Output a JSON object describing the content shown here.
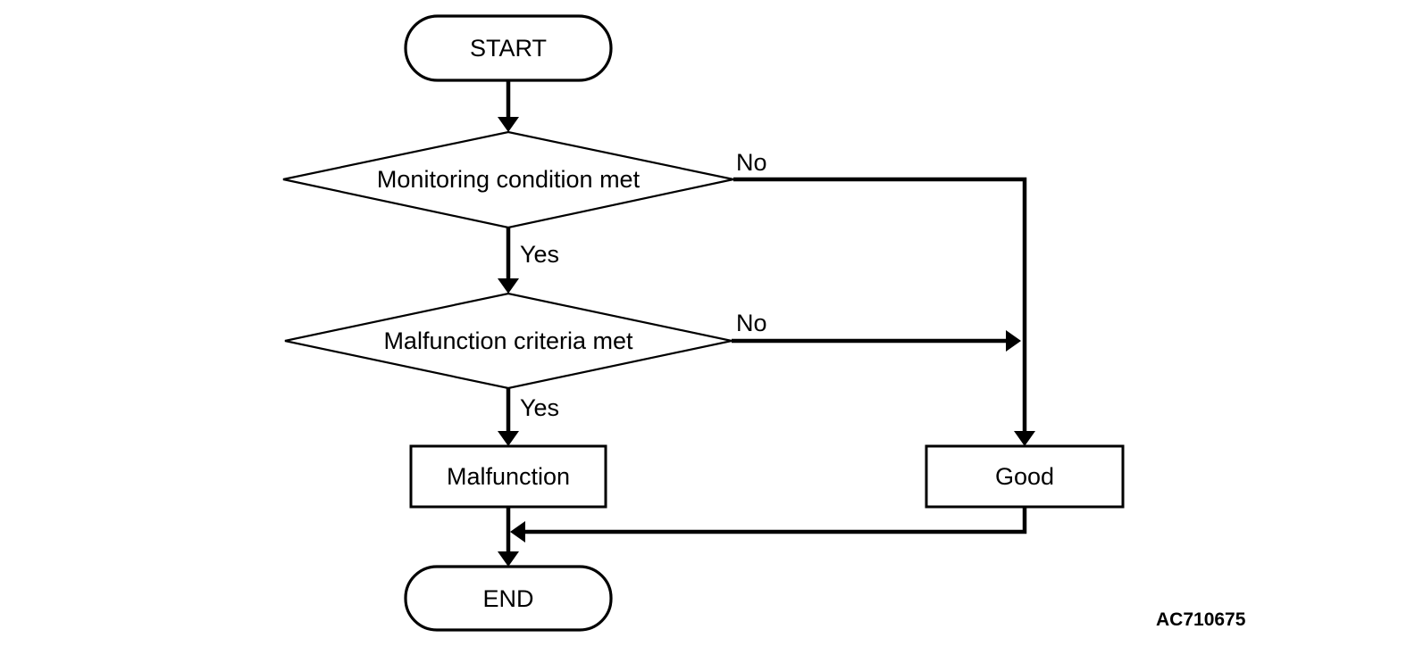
{
  "flowchart": {
    "caption": "AC710675",
    "nodes": {
      "start": {
        "label": "START",
        "type": "terminator"
      },
      "monitoring": {
        "label": "Monitoring condition met",
        "type": "decision"
      },
      "criteria": {
        "label": "Malfunction criteria met",
        "type": "decision"
      },
      "malfunction": {
        "label": "Malfunction",
        "type": "process"
      },
      "good": {
        "label": "Good",
        "type": "process"
      },
      "end": {
        "label": "END",
        "type": "terminator"
      }
    },
    "edge_labels": {
      "monitoring_yes": "Yes",
      "monitoring_no": "No",
      "criteria_yes": "Yes",
      "criteria_no": "No"
    },
    "colors": {
      "stroke": "#000000",
      "text": "#000000",
      "background": "#ffffff"
    }
  }
}
